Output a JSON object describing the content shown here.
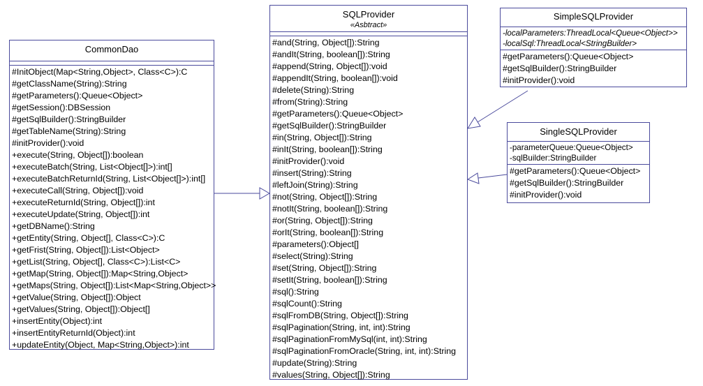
{
  "classes": {
    "common_dao": {
      "name": "CommonDao",
      "attributes": [],
      "methods": [
        "#InitObject(Map<String,Object>, Class<C>):C",
        "#getClassName(String):String",
        "#getParameters():Queue<Object>",
        "#getSession():DBSession",
        "#getSqlBuilder():StringBuilder",
        "#getTableName(String):String",
        "#initProvider():void",
        "+execute(String, Object[]):boolean",
        "+executeBatch(String, List<Object[]>):int[]",
        "+executeBatchReturnId(String, List<Object[]>):int[]",
        "+executeCall(String, Object[]):void",
        "+executeReturnId(String, Object[]):int",
        "+executeUpdate(String, Object[]):int",
        "+getDBName():String",
        "+getEntity(String, Object[], Class<C>):C",
        "+getFrist(String, Object[]):List<Object>",
        "+getList(String, Object[], Class<C>):List<C>",
        "+getMap(String, Object[]):Map<String,Object>",
        "+getMaps(String, Object[]):List<Map<String,Object>>",
        "+getValue(String, Object[]):Object",
        "+getValues(String, Object[]):Object[]",
        "+insertEntity(Object):int",
        "+insertEntityReturnId(Object):int",
        "+updateEntity(Object, Map<String,Object>):int"
      ]
    },
    "sql_provider": {
      "name": "SQLProvider",
      "stereotype": "«Asbtract»",
      "attributes": [],
      "methods": [
        "#and(String, Object[]):String",
        "#andIt(String, boolean[]):String",
        "#append(String, Object[]):void",
        "#appendIt(String, boolean[]):void",
        "#delete(String):String",
        "#from(String):String",
        "#getParameters():Queue<Object>",
        "#getSqlBuilder():StringBuilder",
        "#in(String, Object[]):String",
        "#inIt(String, boolean[]):String",
        "#initProvider():void",
        "#insert(String):String",
        "#leftJoin(String):String",
        "#not(String, Object[]):String",
        "#notIt(String, boolean[]):String",
        "#or(String, Object[]):String",
        "#orIt(String, boolean[]):String",
        "#parameters():Object[]",
        "#select(String):String",
        "#set(String, Object[]):String",
        "#setIt(String, boolean[]):String",
        "#sql():String",
        "#sqlCount():String",
        "#sqlFromDB(String, Object[]):String",
        "#sqlPagination(String, int, int):String",
        "#sqlPaginationFromMySql(int, int):String",
        "#sqlPaginationFromOracle(String, int, int):String",
        "#update(String):String",
        "#values(String, Object[]):String"
      ]
    },
    "simple_sql_provider": {
      "name": "SimpleSQLProvider",
      "attributes": [
        "-localParameters:ThreadLocal<Queue<Object>>",
        "-localSql:ThreadLocal<StringBuilder>"
      ],
      "methods": [
        "#getParameters():Queue<Object>",
        "#getSqlBuilder():StringBuilder",
        "#initProvider():void"
      ]
    },
    "single_sql_provider": {
      "name": "SingleSQLProvider",
      "attributes": [
        "-parameterQueue:Queue<Object>",
        "-sqlBuilder:StringBuilder"
      ],
      "methods": [
        "#getParameters():Queue<Object>",
        "#getSqlBuilder():StringBuilder",
        "#initProvider():void"
      ]
    }
  },
  "colors": {
    "border": "#4a4a9c",
    "relation": "#4a4a9c"
  }
}
